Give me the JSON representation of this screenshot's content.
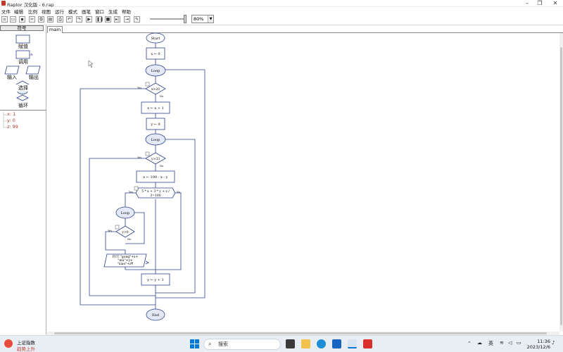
{
  "window": {
    "title": "Raptor 汉化版 - 6.rap"
  },
  "menu": [
    "文件",
    "编辑",
    "比例",
    "视图",
    "运行",
    "模式",
    "画笔",
    "窗口",
    "生成",
    "帮助"
  ],
  "toolbar": {
    "zoom": "80%"
  },
  "palette": {
    "header": "符号",
    "items": [
      "赋值",
      "调用",
      "输入",
      "输出",
      "选择",
      "循环"
    ]
  },
  "variables": [
    "x: 1",
    "y: 0",
    "z: 99"
  ],
  "tabs": [
    "main"
  ],
  "flowchart": {
    "start": "Start",
    "end": "End",
    "x_init": "x ← 0",
    "x_loop": "Loop",
    "x_cond": "x>20",
    "x_inc": "x ← x + 1",
    "y_init": "y ← 0",
    "y_loop": "Loop",
    "y_cond": "y>33",
    "z_assign": "z ← 100 - x - y",
    "if_cond_1": "5 * x + 3 * y + z /",
    "if_cond_2": "3=100",
    "inner_loop": "Loop",
    "inner_cond": "y>0",
    "output_1": "PUT \"gong\"+x+",
    "output_2": "\"mu\"+y+",
    "output_3": "\"xiao\"+z¶",
    "y_inc": "y ← y + 1",
    "yes": "Yes",
    "no": "No"
  },
  "taskbar": {
    "stock_title": "上证指数",
    "stock_sub": "趋势上升",
    "search": "搜索",
    "lang": "英",
    "time": "11:36",
    "date": "2023/12/6"
  },
  "colors": {
    "flow_stroke": "#2e3f8f",
    "loop_fill": "#e3e9f7",
    "var_text": "#b03a2e"
  }
}
